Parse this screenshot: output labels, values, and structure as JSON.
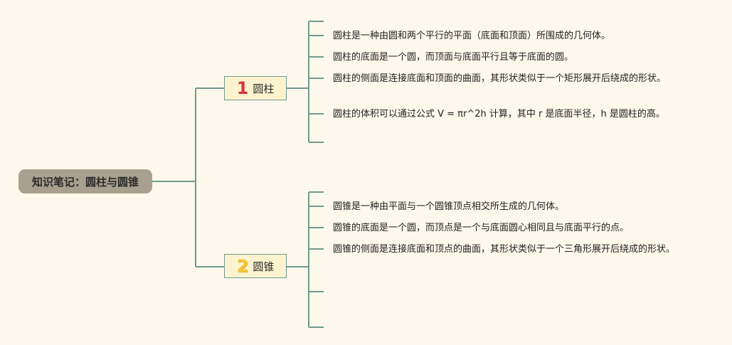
{
  "root": {
    "title": "知识笔记：圆柱与圆锥"
  },
  "branches": [
    {
      "number": "1",
      "label": "圆柱",
      "items": [
        "圆柱是一种由圆和两个平行的平面（底面和顶面）所围成的几何体。",
        "圆柱的底面是一个圆，而顶面与底面平行且等于底面的圆。",
        "圆柱的侧面是连接底面和顶面的曲面，其形状类似于一个矩形展开后绕成的形状。",
        "圆柱的体积可以通过公式 V = πr^2h 计算，其中 r 是底面半径，h 是圆柱的高。"
      ]
    },
    {
      "number": "2",
      "label": "圆锥",
      "items": [
        "圆锥是一种由平面与一个圆锥顶点相交所生成的几何体。",
        "圆锥的底面是一个圆，而顶点是一个与底面圆心相同且与底面平行的点。",
        "圆锥的侧面是连接底面和顶点的曲面，其形状类似于一个三角形展开后绕成的形状。"
      ]
    }
  ],
  "colors": {
    "line": "#6f9a8f",
    "root_bg": "#a8a08e",
    "topic_bg": "#fdf4cf",
    "background": "#fdf8ec"
  }
}
